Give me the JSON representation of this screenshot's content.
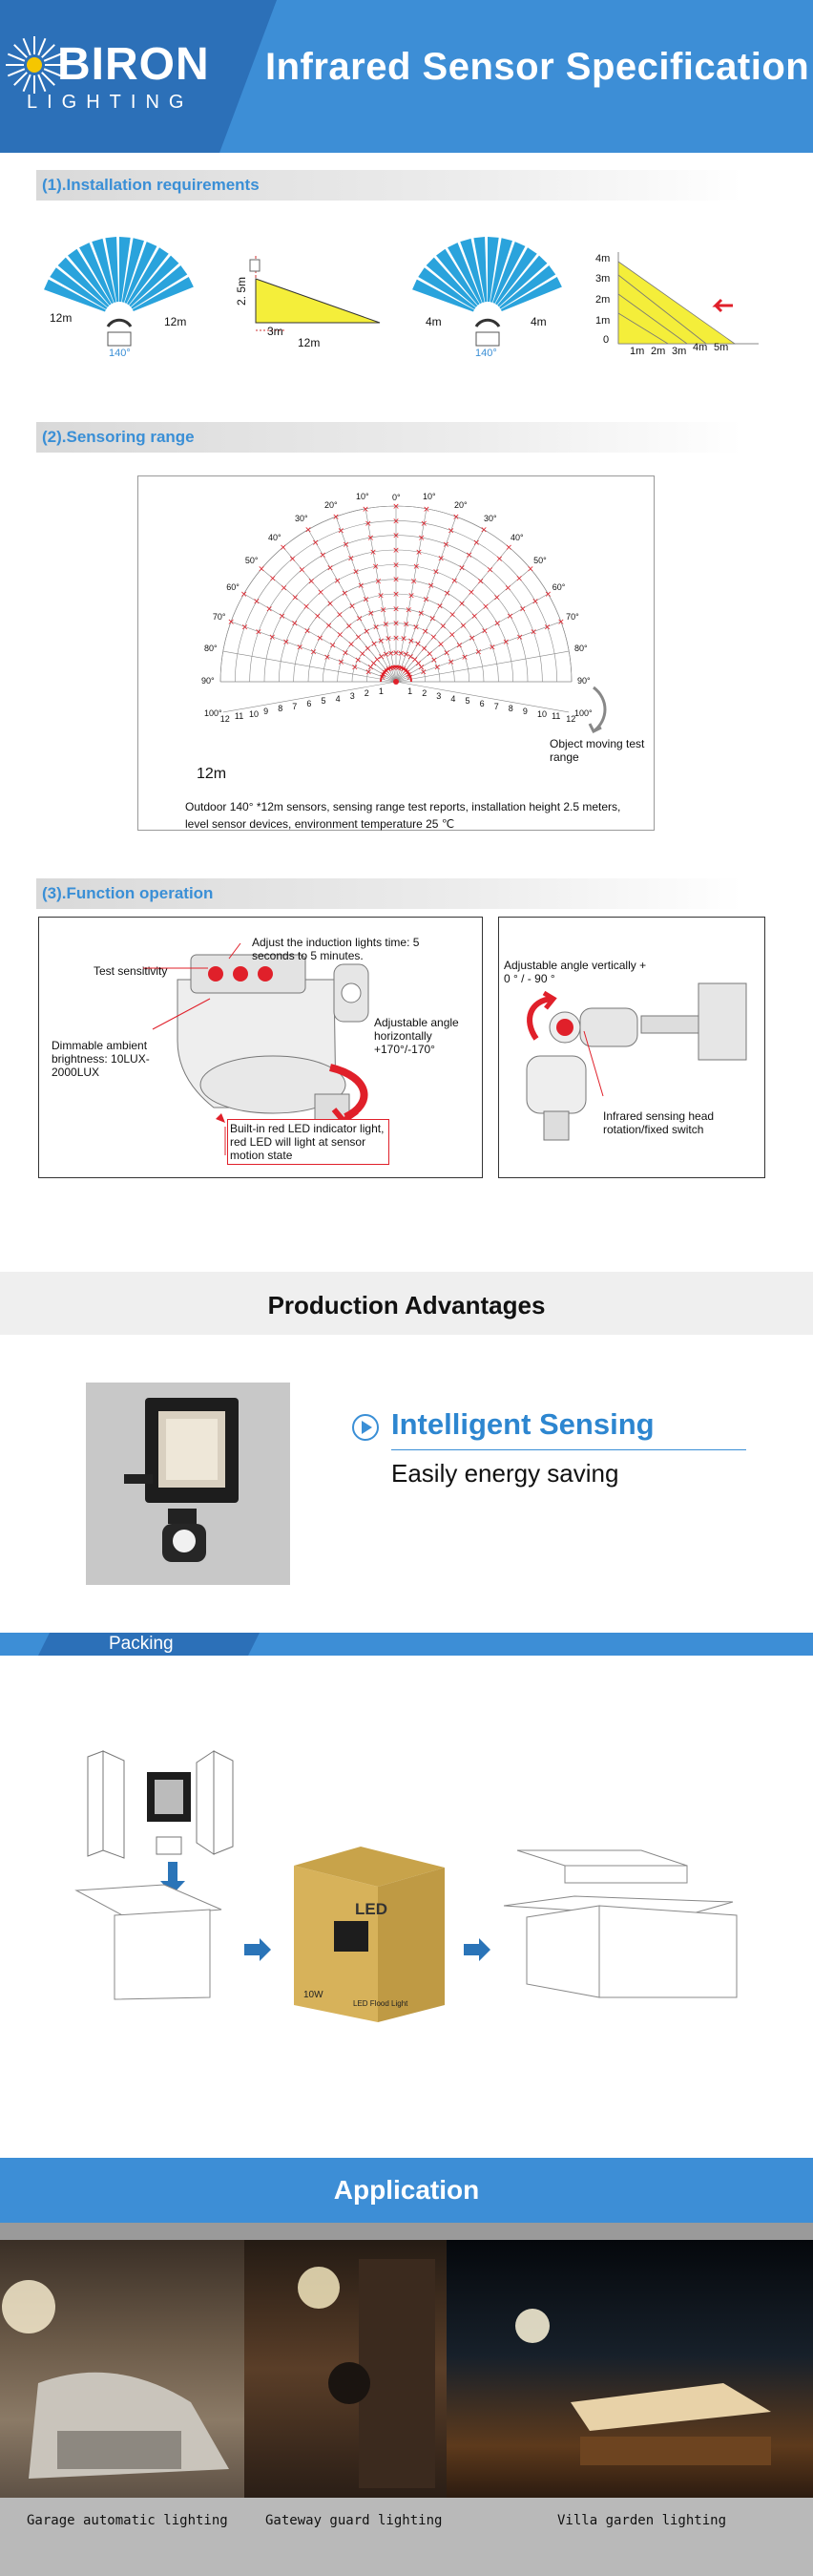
{
  "header": {
    "brand": "BIRON",
    "brand_sub": "LIGHTING",
    "title": "Infrared Sensor Specification"
  },
  "colors": {
    "header": "#3d8ed6",
    "header_dark": "#2c70b8",
    "section_text": "#3a8fd6",
    "fan": "#2aa3dc",
    "yellow": "#f4ee3a",
    "red": "#e0202a"
  },
  "installation": {
    "heading": "(1).Installation requirements",
    "fig1": {
      "left": "12m",
      "right": "12m",
      "angle": "140°"
    },
    "fig2": {
      "height": "2. 5m",
      "near": "3m",
      "far": "12m"
    },
    "fig3": {
      "left": "4m",
      "right": "4m",
      "angle": "140°"
    },
    "fig4": {
      "heights": [
        "4m",
        "3m",
        "2m",
        "1m",
        "0"
      ],
      "distances": [
        "1m",
        "2m",
        "3m",
        "4m",
        "5m"
      ]
    }
  },
  "sensoring": {
    "heading": "(2).Sensoring range",
    "angle_labels_left": [
      "10°",
      "20°",
      "30°",
      "40°",
      "50°",
      "60°",
      "70°",
      "80°",
      "90°",
      "100°"
    ],
    "angle_labels_right": [
      "10°",
      "20°",
      "30°",
      "40°",
      "50°",
      "60°",
      "70°",
      "80°",
      "90°",
      "100°"
    ],
    "zero": "0°",
    "distances": [
      "12",
      "11",
      "10",
      "9",
      "8",
      "7",
      "6",
      "5",
      "4",
      "3",
      "2",
      "1",
      "1",
      "2",
      "3",
      "4",
      "5",
      "6",
      "7",
      "8",
      "9",
      "10",
      "11",
      "12"
    ],
    "scale": "12m",
    "moving_label": "Object moving test range",
    "note": "Outdoor 140° *12m sensors, sensing range test reports, installation height 2.5 meters, level sensor devices, environment temperature 25 ℃"
  },
  "function": {
    "heading": "(3).Function operation",
    "callouts": {
      "time": "Adjust the induction lights time: 5 seconds to 5 minutes.",
      "sensitivity": "Test sensitivity",
      "dimmable": "Dimmable ambient brightness: 10LUX-2000LUX",
      "horizontal": "Adjustable angle horizontally +170°/-170°",
      "led": "Built-in red LED indicator light, red LED will light at sensor motion state",
      "vertical": "Adjustable angle vertically + 0 ° / - 90 °",
      "switch": "Infrared sensing head rotation/fixed switch"
    }
  },
  "advantages": {
    "title": "Production Advantages",
    "feature_title": "Intelligent Sensing",
    "feature_desc": "Easily energy saving"
  },
  "packing": {
    "title": "Packing",
    "box_brand": "LED",
    "box_watt": "10W",
    "box_product": "LED Flood Light"
  },
  "application": {
    "title": "Application",
    "captions": [
      "Garage automatic lighting",
      "Gateway guard lighting",
      "Villa garden lighting"
    ]
  }
}
